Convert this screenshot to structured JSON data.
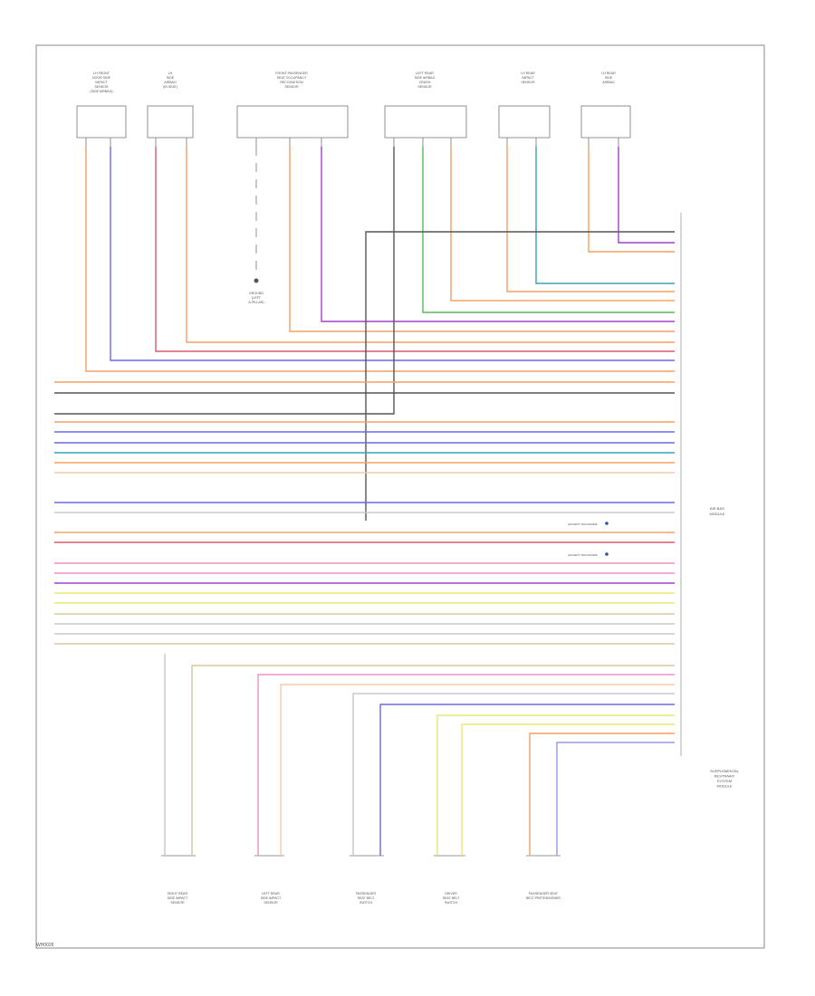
{
  "footer": "WH0026",
  "module_label": [
    "AIR BAG",
    "MODULE"
  ],
  "module_note": [
    "SUPPLEMENTAL",
    "RESTRAINT",
    "SYSTEM",
    "MODULE"
  ],
  "top_components": [
    {
      "name": "top-component-1",
      "label": [
        "LH FRONT",
        "DOOR SIDE",
        "IMPACT",
        "SENSOR",
        "(SIDE AIRBAG)"
      ]
    },
    {
      "name": "top-component-2",
      "label": [
        "LH",
        "SIDE",
        "AIRBAG",
        "(IN SEAT)"
      ]
    },
    {
      "name": "top-component-3",
      "label": [
        "FRONT PASSENGER",
        "SEAT OCCUPANCY",
        "RECOGNITION",
        "SENSOR"
      ]
    },
    {
      "name": "top-component-4",
      "label": [
        "LEFT REAR",
        "SIDE AIRBAG",
        "CRASH",
        "SENSOR"
      ]
    },
    {
      "name": "top-component-5",
      "label": [
        "LH REAR",
        "IMPACT",
        "SENSOR"
      ]
    },
    {
      "name": "top-component-6",
      "label": [
        "LH REAR",
        "SIDE",
        "AIRBAG"
      ]
    }
  ],
  "ground_label": [
    "GROUND",
    "(LEFT",
    "A-PILLAR)"
  ],
  "bottom_components": [
    {
      "name": "bottom-component-1",
      "label": [
        "RIGHT REAR",
        "SIDE IMPACT",
        "SENSOR"
      ]
    },
    {
      "name": "bottom-component-2",
      "label": [
        "LEFT REAR",
        "SIDE IMPACT",
        "SENSOR"
      ]
    },
    {
      "name": "bottom-component-3",
      "label": [
        "PASSENGER",
        "SEAT BELT",
        "SWITCH"
      ]
    },
    {
      "name": "bottom-component-4",
      "label": [
        "DRIVER",
        "SEAT BELT",
        "SWITCH"
      ]
    },
    {
      "name": "bottom-component-5",
      "label": [
        "PASSENGER SEAT",
        "BELT PRETENSIONER"
      ]
    }
  ],
  "annotations": [
    {
      "name": "annotation-1",
      "text": "(EXCEPT ORGANIZER)"
    },
    {
      "name": "annotation-2",
      "text": "(EXCEPT ORGANIZER)"
    }
  ],
  "colors": {
    "orange": "#f5a064",
    "blue": "#6a6ae0",
    "red": "#d85a6a",
    "green": "#58b858",
    "violet": "#a040c8",
    "cyan": "#3aa0b8",
    "dark": "#555555",
    "light_orange": "#f8c8a8",
    "pink": "#f090c8",
    "yellow": "#e8e870",
    "tan": "#d8c8a0",
    "gray": "#c8c8c8",
    "light_blue": "#9898e8"
  }
}
